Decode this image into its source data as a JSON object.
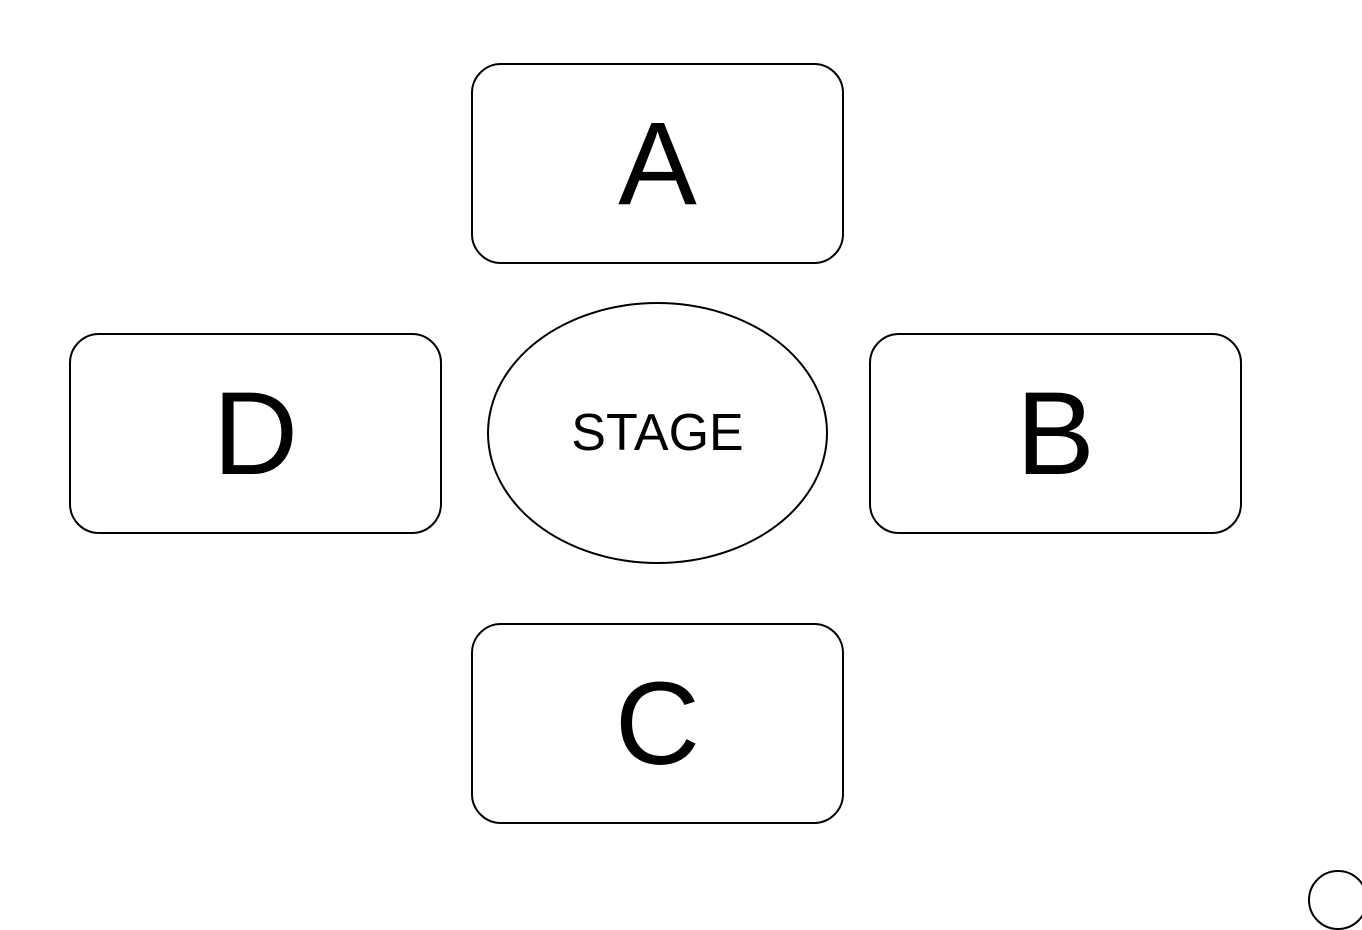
{
  "diagram": {
    "stage": {
      "label": "STAGE"
    },
    "sections": {
      "a": {
        "label": "A"
      },
      "b": {
        "label": "B"
      },
      "c": {
        "label": "C"
      },
      "d": {
        "label": "D"
      }
    }
  }
}
